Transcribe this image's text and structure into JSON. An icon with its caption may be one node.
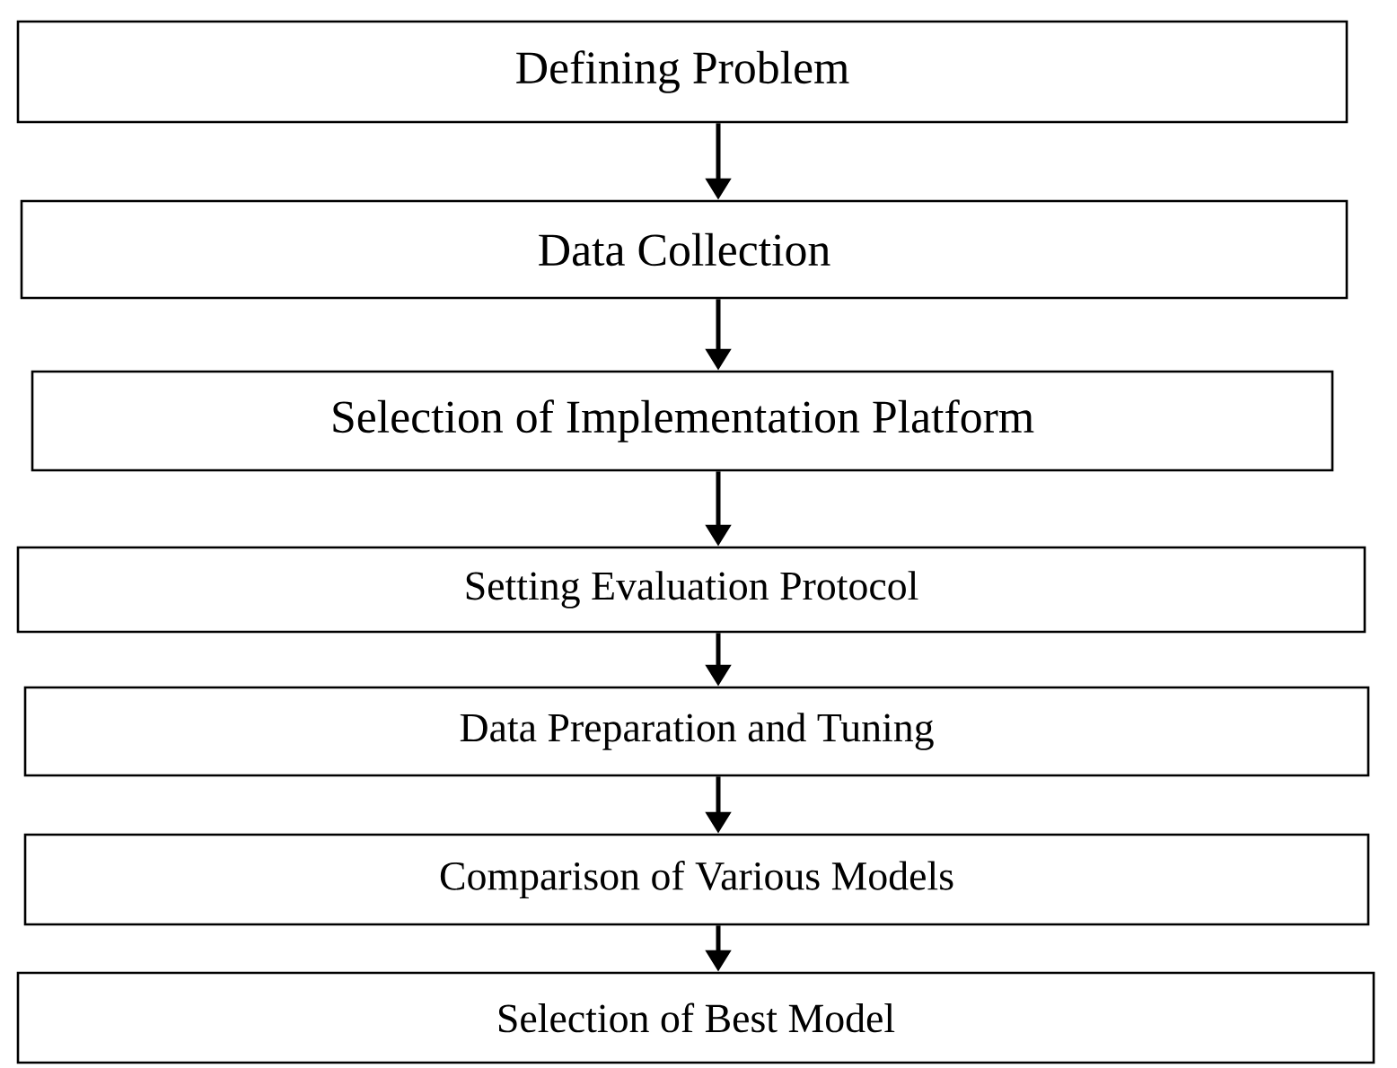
{
  "diagram": {
    "nodes": [
      {
        "text": [
          "Defining Problem"
        ]
      },
      {
        "text": [
          "Data Collection"
        ]
      },
      {
        "text": [
          "Selection of Implementation Platform"
        ]
      },
      {
        "text": [
          "Setting Evaluation Protocol"
        ]
      },
      {
        "text": [
          "Data Preparation and Tuning"
        ]
      },
      {
        "text": [
          "Comparison of Various Models"
        ]
      },
      {
        "text": [
          "Selection of Best Model"
        ]
      }
    ],
    "edges": [
      {
        "from": 0,
        "to": 1,
        "arrow": "to"
      },
      {
        "from": 1,
        "to": 2,
        "arrow": "to"
      },
      {
        "from": 2,
        "to": 3,
        "arrow": "to"
      },
      {
        "from": 3,
        "to": 4,
        "arrow": "to"
      },
      {
        "from": 4,
        "to": 5,
        "arrow": "to"
      },
      {
        "from": 5,
        "to": 6,
        "arrow": "to"
      }
    ]
  }
}
